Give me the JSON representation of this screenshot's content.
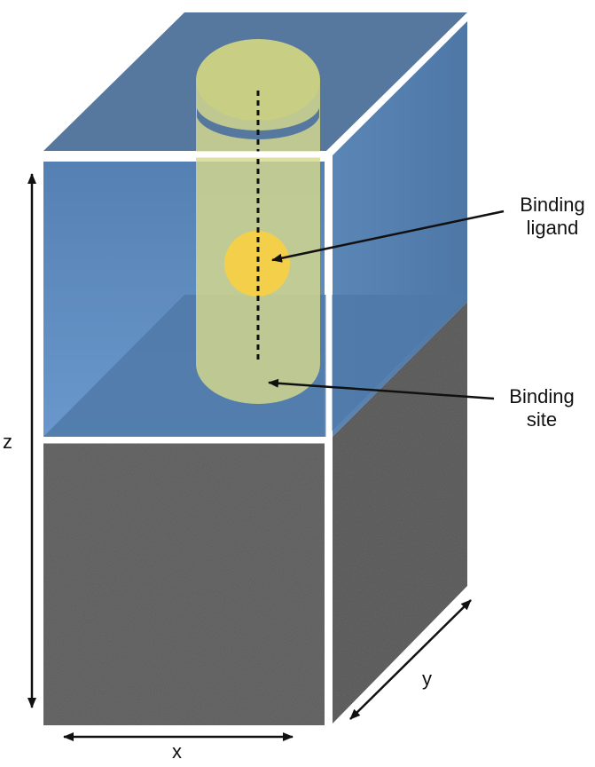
{
  "labels": {
    "binding_ligand": [
      "Binding",
      "ligand"
    ],
    "binding_site": [
      "Binding",
      "site"
    ],
    "axis_x": "x",
    "axis_y": "y",
    "axis_z": "z"
  },
  "colors": {
    "water_blue": "#5b86b8",
    "top_face_blue": "#56789f",
    "substrate_gray": "#5a5a5a",
    "substrate_gray_dark": "#4f4f4f",
    "cylinder_yellow": "#d4d88a",
    "ligand_yellow": "#f3d34a",
    "frame_white": "#ffffff",
    "arrow_black": "#111111"
  }
}
